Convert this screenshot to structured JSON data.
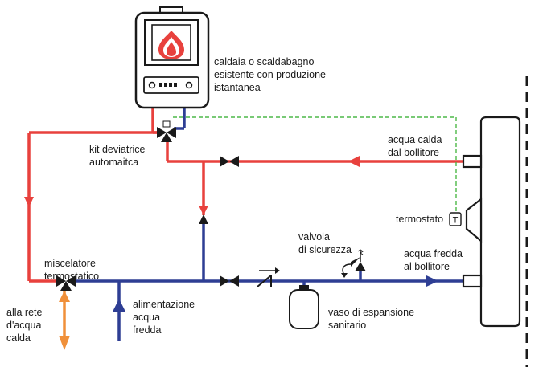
{
  "labels": {
    "boiler": [
      "caldaia o scaldabagno",
      "esistente con produzione",
      "istantanea"
    ],
    "diverter_kit": [
      "kit deviatrice",
      "automaitca"
    ],
    "hot_from_tank": [
      "acqua calda",
      "dal bollitore"
    ],
    "thermostat": [
      "termostato"
    ],
    "thermostat_symbol": "T",
    "safety_valve": [
      "valvola",
      "di sicurezza"
    ],
    "cold_to_tank": [
      "acqua fredda",
      "al bollitore"
    ],
    "mixer": [
      "miscelatore",
      "termostatico"
    ],
    "hot_network": [
      "alla rete",
      "d'acqua",
      "calda"
    ],
    "cold_supply": [
      "alimentazione",
      "acqua",
      "fredda"
    ],
    "expansion_vessel": [
      "vaso di espansione",
      "sanitario"
    ]
  },
  "colors": {
    "hot": "#e8413d",
    "cold": "#2e3e94",
    "control": "#4db848",
    "outlet": "#f0903a",
    "line": "#1a1a1a",
    "flame": "#e8413d"
  },
  "icons": [
    "boiler-icon",
    "flame-icon",
    "diverter-valve-icon",
    "gate-valve-icon",
    "check-valve-icon",
    "safety-valve-icon",
    "expansion-vessel-icon",
    "thermostat-icon",
    "storage-tank-icon"
  ]
}
